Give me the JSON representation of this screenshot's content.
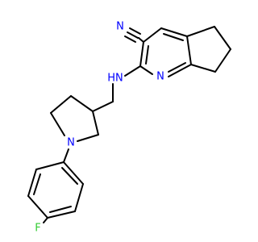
{
  "molecule": {
    "atom_labels": {
      "nitrile_n": "N",
      "nitrile_c": "C",
      "amine_nh": "HN",
      "pyridine_n": "N",
      "pyrrolidine_n": "N",
      "fluorine": "F"
    },
    "colors": {
      "bond": "#000000",
      "nitrogen": "#0000ff",
      "fluorine": "#33cc33",
      "background": "#ffffff"
    }
  }
}
